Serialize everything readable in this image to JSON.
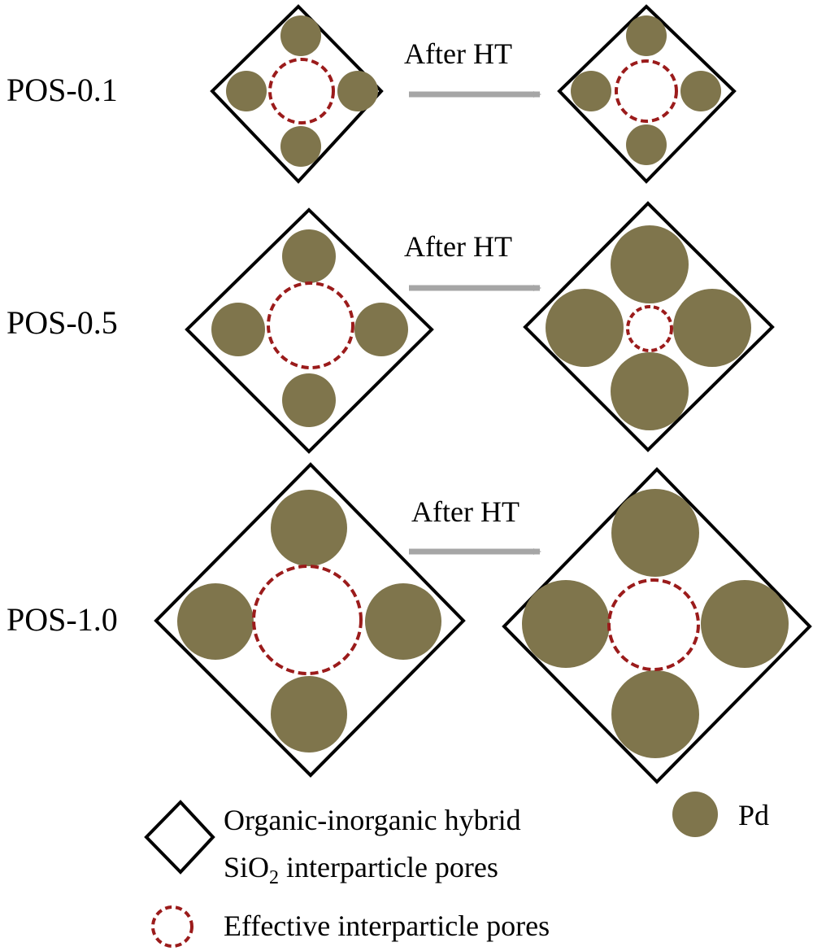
{
  "rows": [
    {
      "label": "POS-0.1",
      "arrow_label": "After HT"
    },
    {
      "label": "POS-0.5",
      "arrow_label": "After HT"
    },
    {
      "label": "POS-1.0",
      "arrow_label": "After HT"
    }
  ],
  "legend": {
    "hybrid_line1": "Organic-inorganic hybrid",
    "hybrid_line2_prefix": "SiO",
    "hybrid_line2_subscript": "2",
    "hybrid_line2_suffix": " interparticle pores",
    "pd": "Pd",
    "effective": "Effective interparticle pores"
  },
  "colors": {
    "pd_fill": "#7F754C",
    "pore_dash": "#9B1B1B",
    "arrow": "#A6A6A6",
    "frame": "#000000"
  }
}
